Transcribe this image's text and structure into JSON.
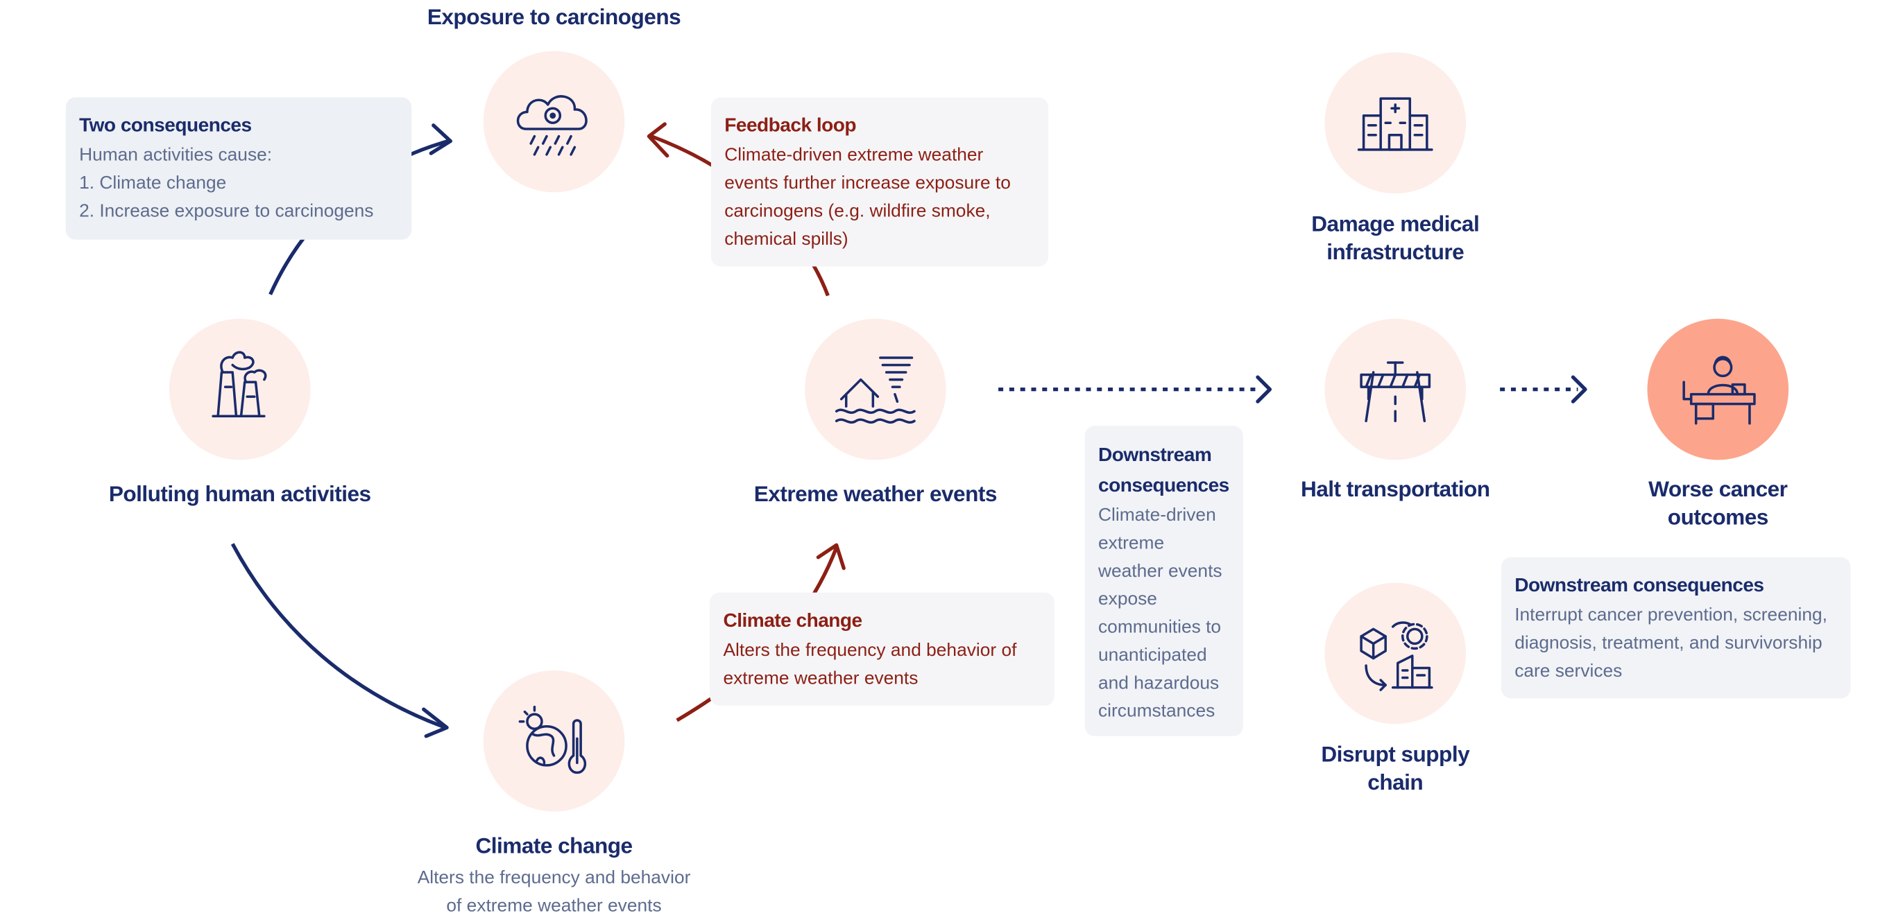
{
  "colors": {
    "navy": "#1a2b6b",
    "red": "#8c1f15",
    "circle": "#fdeee9",
    "highlight": "#fca58c",
    "muted": "#5d6b8e"
  },
  "nodes": {
    "exposure": {
      "label": "Exposure to carcinogens",
      "icon": "carcinogen-rain-cloud-icon"
    },
    "polluting": {
      "label": "Polluting human activities",
      "icon": "factory-smoke-icon"
    },
    "extreme": {
      "label": "Extreme weather events",
      "icon": "tornado-flood-icon"
    },
    "climate": {
      "label": "Climate change",
      "sub": "Alters the frequency and behavior of extreme weather events",
      "icon": "globe-thermometer-icon"
    },
    "medical": {
      "label": "Damage medical infrastructure",
      "icon": "hospital-icon"
    },
    "transport": {
      "label": "Halt transportation",
      "icon": "road-barrier-icon"
    },
    "supply": {
      "label": "Disrupt supply chain",
      "icon": "supply-chain-icon"
    },
    "worse": {
      "label": "Worse cancer outcomes",
      "icon": "doctor-desk-icon"
    }
  },
  "callouts": {
    "two": {
      "title": "Two consequences",
      "lines": [
        "Human activities cause:",
        "1. Climate change",
        "2. Increase exposure to carcinogens"
      ]
    },
    "feedback": {
      "title": "Feedback loop",
      "body": "Climate-driven extreme weather events further increase exposure to carcinogens (e.g. wildfire smoke, chemical spills)"
    },
    "climate": {
      "title": "Climate change",
      "body": "Alters the frequency and behavior of extreme weather events"
    },
    "downstream1": {
      "title": "Downstream consequences",
      "body": "Climate-driven extreme weather events expose communities to unanticipated and hazardous circumstances"
    },
    "downstream2": {
      "title": "Downstream consequences",
      "body": "Interrupt cancer prevention, screening, diagnosis, treatment, and survivorship care services"
    }
  }
}
